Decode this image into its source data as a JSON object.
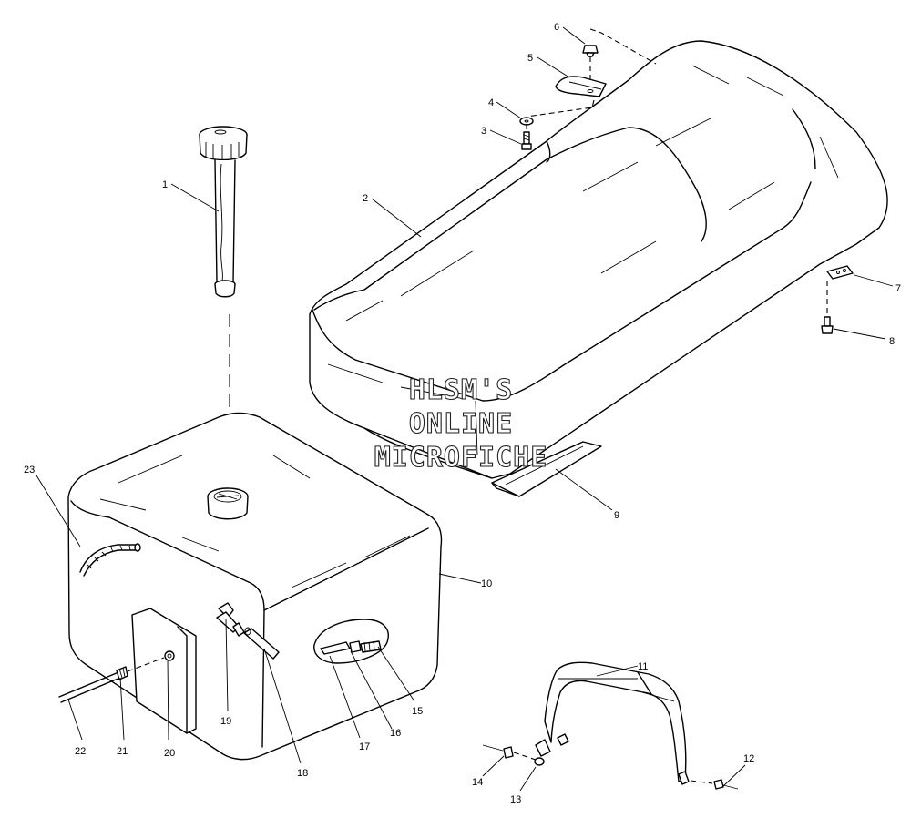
{
  "watermark": {
    "line1": "HLSM'S",
    "line2": "ONLINE",
    "line3": "MICROFICHE"
  },
  "callouts": {
    "c1": "1",
    "c2": "2",
    "c3": "3",
    "c4": "4",
    "c5": "5",
    "c6": "6",
    "c7": "7",
    "c8": "8",
    "c9": "9",
    "c10": "10",
    "c11": "11",
    "c12": "12",
    "c13": "13",
    "c14": "14",
    "c15": "15",
    "c16": "16",
    "c17": "17",
    "c18": "18",
    "c19": "19",
    "c20": "20",
    "c21": "21",
    "c22": "22",
    "c23": "23"
  }
}
